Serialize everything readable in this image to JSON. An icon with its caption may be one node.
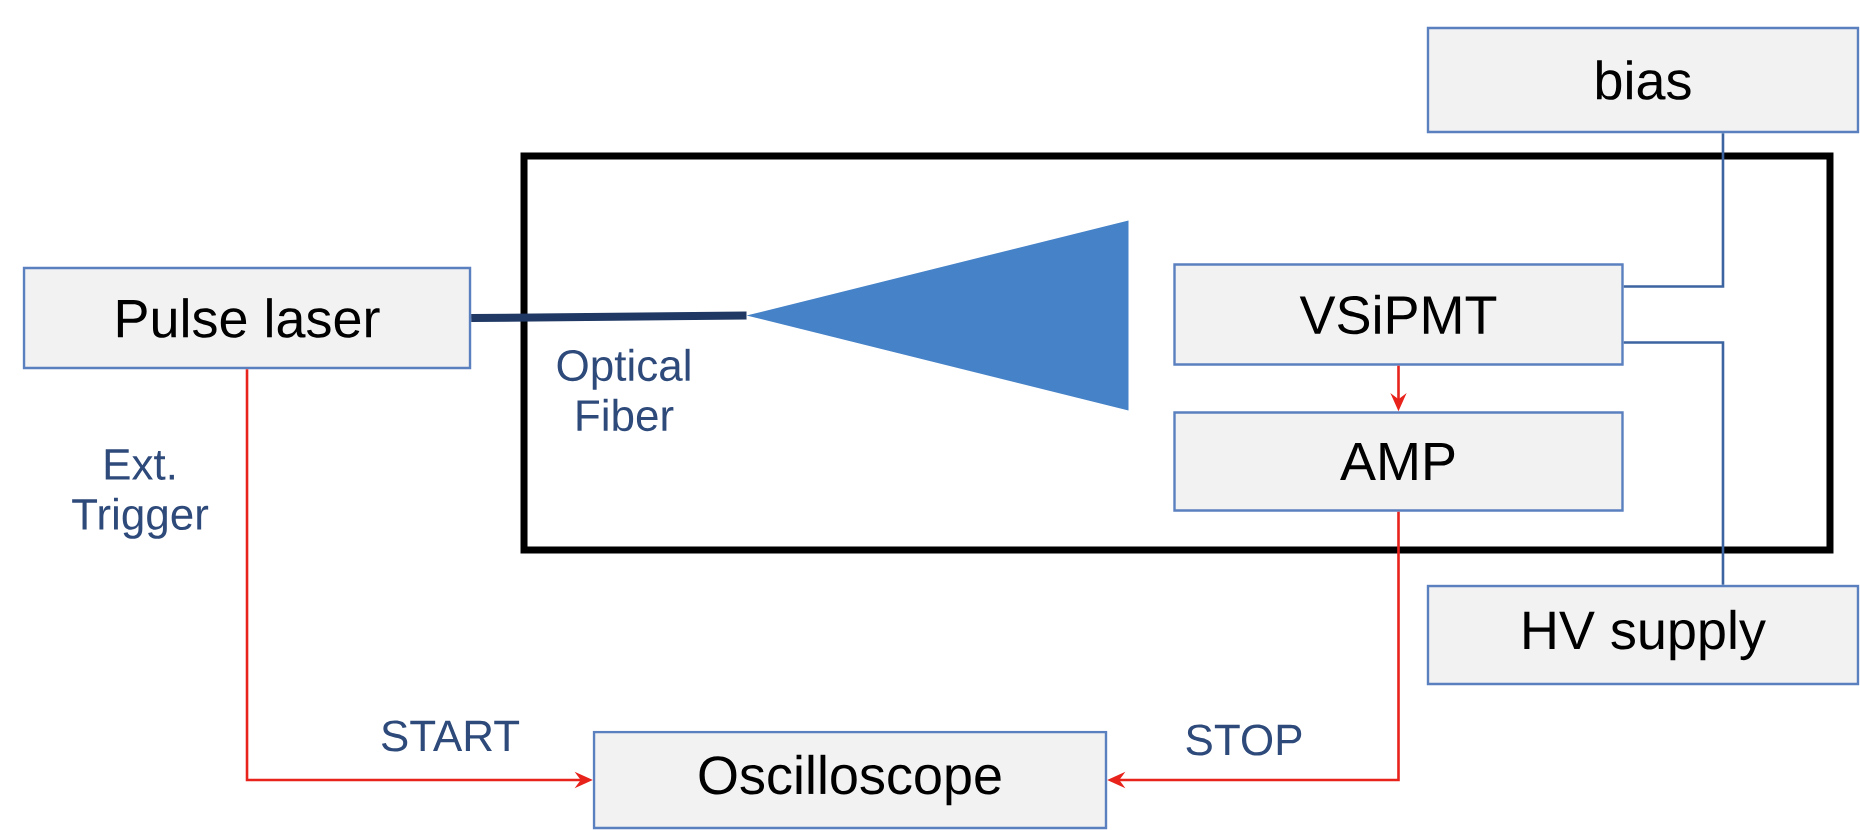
{
  "diagram": {
    "nodes": [
      {
        "text": [],
        "shape": "box"
      },
      {
        "text": [
          "Pulse laser"
        ]
      },
      {
        "text": [],
        "shape": "triangle",
        "in": 0
      },
      {
        "text": [
          "VSiPMT"
        ],
        "in": 0
      },
      {
        "text": [
          "AMP"
        ],
        "in": 0
      },
      {
        "text": [
          "bias"
        ]
      },
      {
        "text": [
          "HV supply"
        ]
      },
      {
        "text": [
          "Oscilloscope"
        ]
      }
    ],
    "edges": [
      {
        "from": 1,
        "to": 2,
        "arrow": "none",
        "label": "Optical Fiber",
        "style": "thick",
        "color": "#1f3864"
      },
      {
        "from": 3,
        "to": 4,
        "arrow": "to"
      },
      {
        "from": 5,
        "to": 3,
        "arrow": "none",
        "color": "#3c64a0"
      },
      {
        "from": 3,
        "to": 6,
        "arrow": "none",
        "color": "#3c64a0"
      },
      {
        "from": 1,
        "to": 7,
        "arrow": "to",
        "label": "START"
      },
      {
        "from": 4,
        "to": 7,
        "arrow": "to",
        "label": "STOP"
      }
    ],
    "labels": [
      "Ext. Trigger"
    ]
  }
}
